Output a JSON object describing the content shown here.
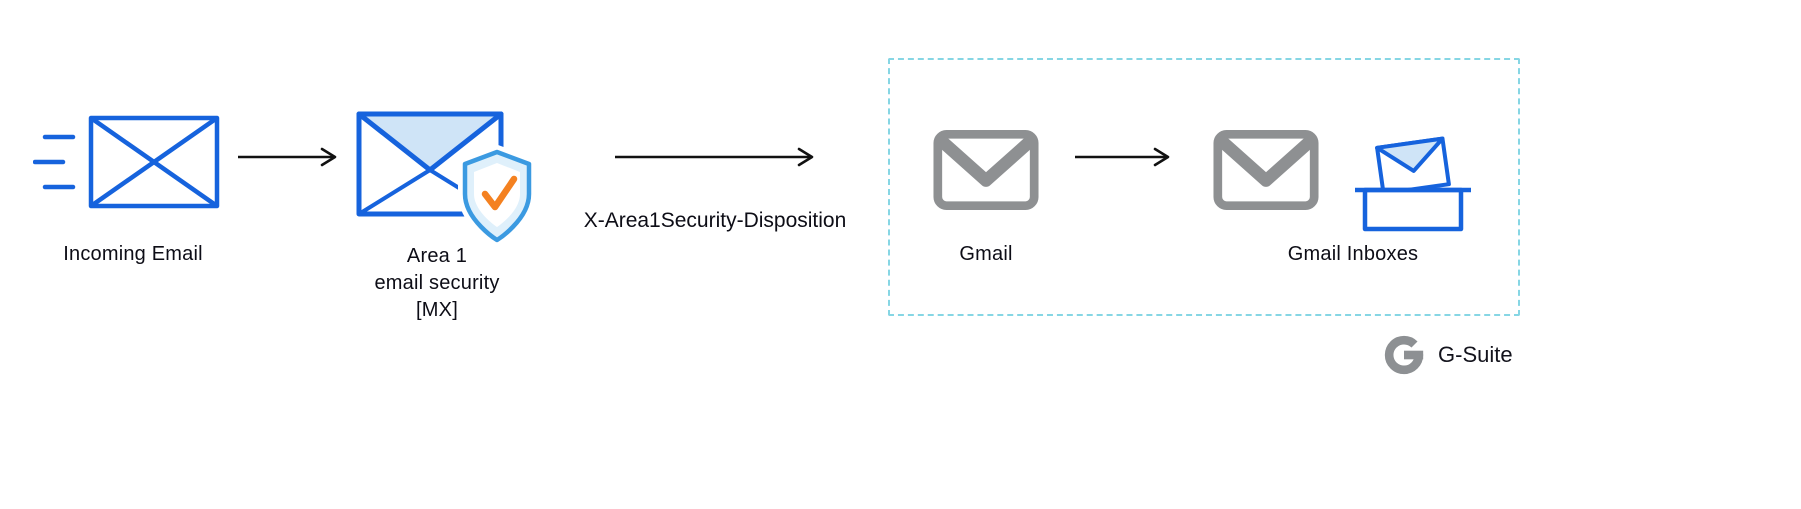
{
  "labels": {
    "incoming_email": "Incoming Email",
    "area1_line1": "Area 1",
    "area1_line2": "email security",
    "area1_line3": "[MX]",
    "arrow_header": "X-Area1Security-Disposition",
    "gmail": "Gmail",
    "gmail_inboxes": "Gmail Inboxes",
    "brand": "G-Suite"
  },
  "icons": {
    "incoming_email_icon": "envelope-with-speed-lines",
    "area1_icon": "envelope-with-shield-check",
    "gmail_icon": "gmail-envelope",
    "gmail_inbox_icon": "envelope-in-tray",
    "brand_icon": "g-logo"
  },
  "colors": {
    "envelope_blue": "#1663dd",
    "envelope_fill": "#cfe4f7",
    "shield_blue": "#3b9ae1",
    "shield_fill": "#dff0fb",
    "check_orange": "#f48120",
    "gmail_gray": "#8e9092",
    "dashed_border": "#86d6e4",
    "arrow_black": "#111111",
    "text": "#0d0d16"
  }
}
